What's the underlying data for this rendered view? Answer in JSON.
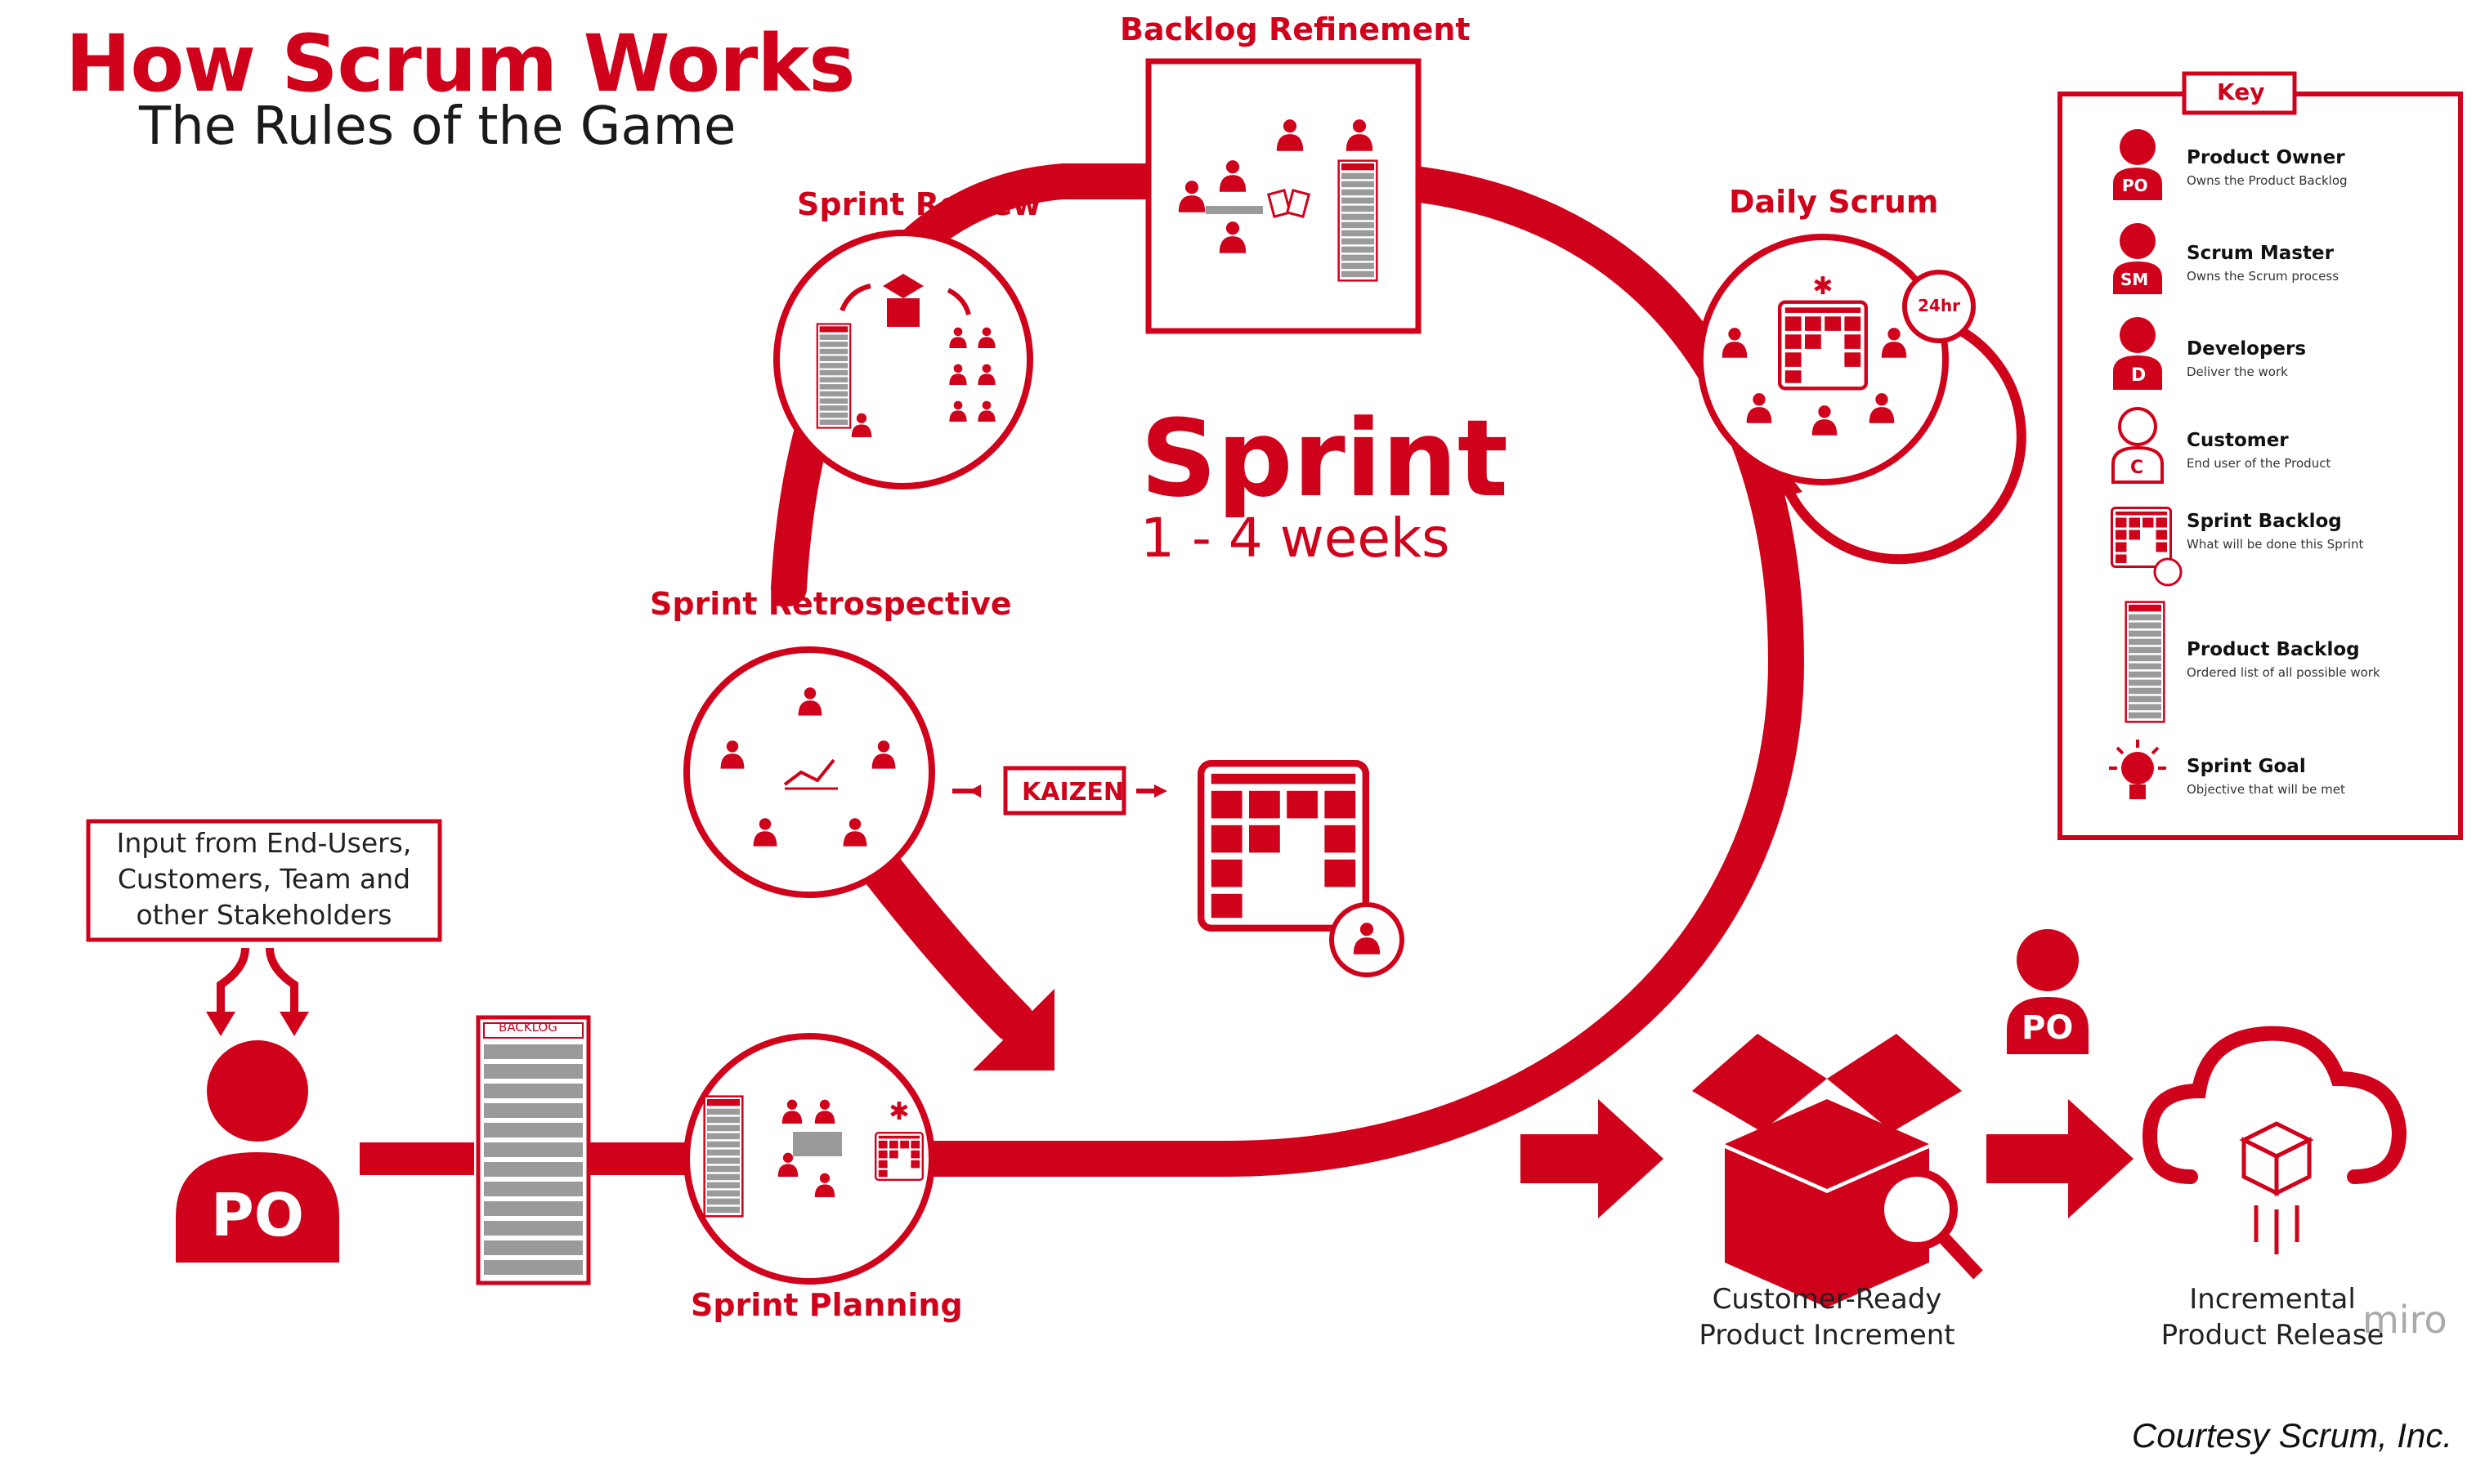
{
  "title": "How Scrum Works",
  "subtitle": "The Rules of the Game",
  "events": {
    "backlog_refinement": "Backlog Refinement",
    "sprint_review": "Sprint Review",
    "daily_scrum": "Daily Scrum",
    "sprint_retrospective": "Sprint Retrospective",
    "sprint_planning": "Sprint Planning"
  },
  "sprint": {
    "label": "Sprint",
    "duration": "1 - 4 weeks"
  },
  "daily_badge": "24hr",
  "kaizen": "KAIZEN",
  "input_box": {
    "lines": [
      "Input from End-Users,",
      "Customers, Team and",
      "other Stakeholders"
    ]
  },
  "backlog_label": "BACKLOG",
  "po_label": "PO",
  "outputs": {
    "increment": [
      "Customer-Ready",
      "Product Increment"
    ],
    "release": [
      "Incremental",
      "Product Release"
    ]
  },
  "key": {
    "title": "Key",
    "items": [
      {
        "name": "Product Owner",
        "desc": "Owns the Product Backlog",
        "icon": "product-owner-icon",
        "badge": "PO"
      },
      {
        "name": "Scrum Master",
        "desc": "Owns the Scrum process",
        "icon": "scrum-master-icon",
        "badge": "SM"
      },
      {
        "name": "Developers",
        "desc": "Deliver the work",
        "icon": "developer-icon",
        "badge": "D"
      },
      {
        "name": "Customer",
        "desc": "End user of the Product",
        "icon": "customer-icon",
        "badge": "C"
      },
      {
        "name": "Sprint Backlog",
        "desc": "What will be done this Sprint",
        "icon": "sprint-backlog-icon",
        "badge": ""
      },
      {
        "name": "Product Backlog",
        "desc": "Ordered list of all possible work",
        "icon": "product-backlog-icon",
        "badge": ""
      },
      {
        "name": "Sprint Goal",
        "desc": "Objective that will be met",
        "icon": "sprint-goal-icon",
        "badge": ""
      }
    ]
  },
  "watermark": "miro",
  "courtesy": "Courtesy Scrum, Inc.",
  "colors": {
    "accent": "#d0021b",
    "text": "#222222",
    "background": "#ffffff"
  }
}
